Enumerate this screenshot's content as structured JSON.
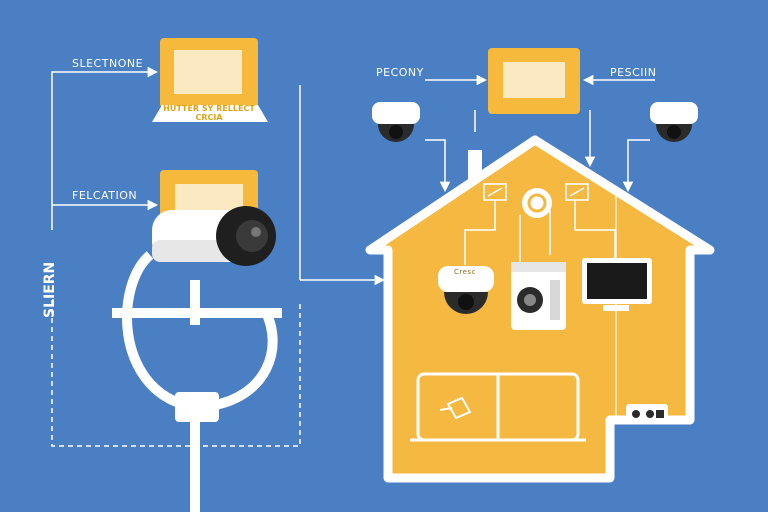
{
  "labels": {
    "top_left_device": "SLECTNONE",
    "mid_left_device": "FELCATION",
    "side_vertical": "SLIERN",
    "top_center_left": "PECONY",
    "top_center_right": "PESCIIN",
    "laptop_caption": "HUTTER SY RELLECT\nCRCIA",
    "dome_camera_badge": "Cresc"
  },
  "colors": {
    "background": "#4a7fc4",
    "accent": "#f6b93b",
    "house_fill": "#f5b942",
    "white": "#ffffff",
    "line": "#ffffff"
  },
  "icons": [
    "laptop-icon",
    "monitor-icon",
    "dome-camera-icon",
    "bullet-camera-icon",
    "smart-hub-icon",
    "tv-icon",
    "sofa-icon",
    "lamp-icon",
    "router-icon"
  ]
}
